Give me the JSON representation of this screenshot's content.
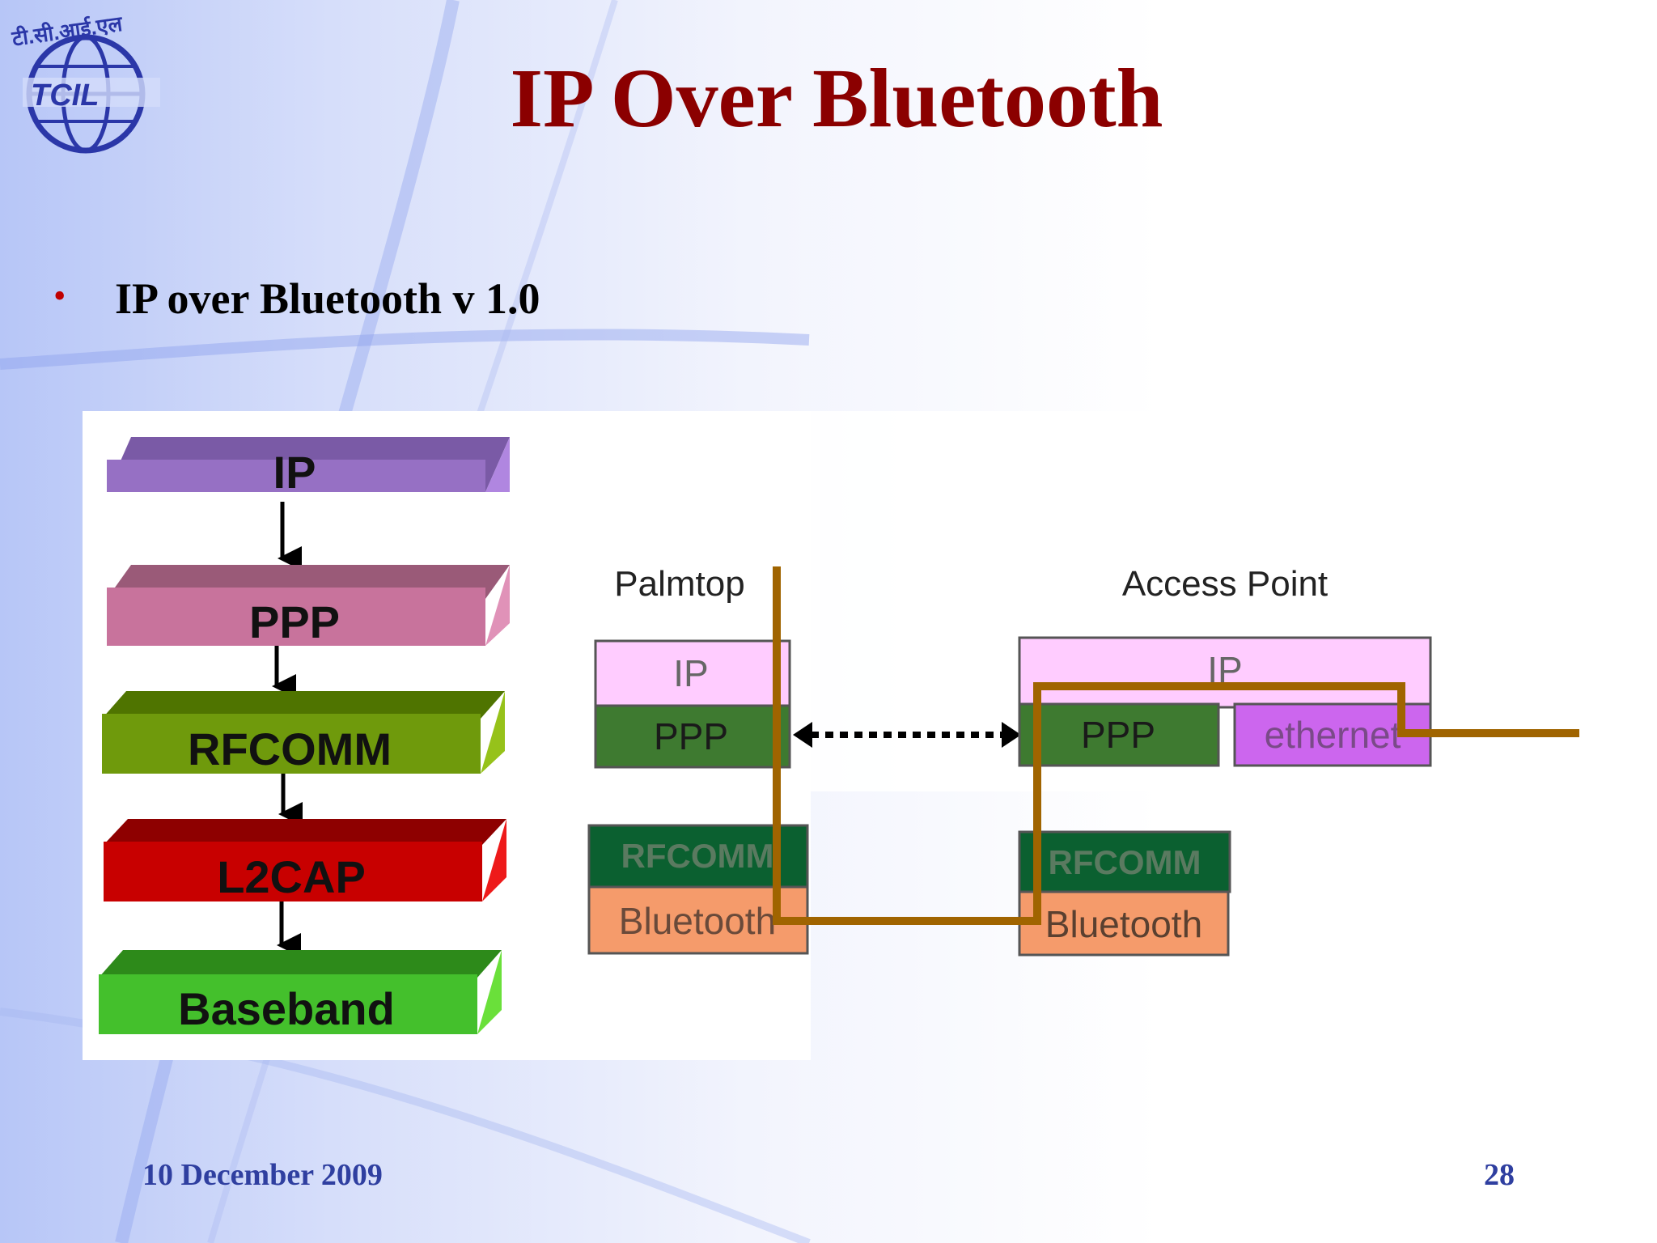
{
  "slide": {
    "title": "IP Over Bluetooth",
    "bullet": "IP over Bluetooth v 1.0",
    "footer_date": "10 December 2009",
    "page_number": "28"
  },
  "logo": {
    "icon": "tcil-globe-logo-icon",
    "text": "TCIL",
    "devanagari": "टी.सी.आई.एल"
  },
  "stack": {
    "layers": [
      {
        "label": "IP",
        "color": "#9670c4"
      },
      {
        "label": "PPP",
        "color": "#c8739c"
      },
      {
        "label": "RFCOMM",
        "color": "#6f9a0c"
      },
      {
        "label": "L2CAP",
        "color": "#c80000"
      },
      {
        "label": "Baseband",
        "color": "#44c02c"
      }
    ]
  },
  "palmtop": {
    "title": "Palmtop",
    "ip": "IP",
    "ppp": "PPP",
    "rfcomm": "RFCOMM",
    "bluetooth": "Bluetooth"
  },
  "access_point": {
    "title": "Access Point",
    "ip": "IP",
    "ppp": "PPP",
    "ethernet": "ethernet",
    "rfcomm": "RFCOMM",
    "bluetooth": "Bluetooth"
  },
  "colors": {
    "title": "#8b0000",
    "footer": "#2f3fa0",
    "ip_box": "#ffccff",
    "ppp_box": "#3e7a30",
    "rfcomm_box": "#0b6030",
    "bluetooth_box": "#f59b6b",
    "ethernet_box": "#cc66ee",
    "path": "#a06400"
  }
}
